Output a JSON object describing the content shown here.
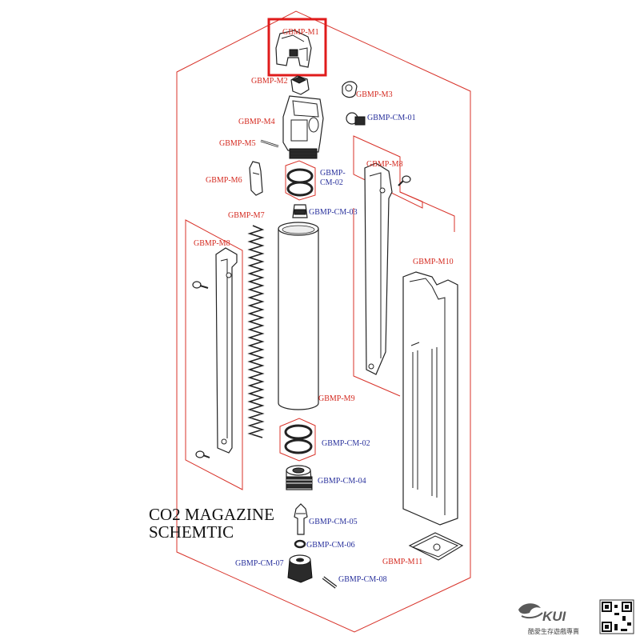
{
  "title": {
    "line1": "CO2 MAGAZINE",
    "line2": "SCHEMTIC"
  },
  "labels": {
    "m1": "GBMP-M1",
    "m2": "GBMP-M2",
    "m3": "GBMP-M3",
    "cm01": "GBMP-CM-01",
    "m4": "GBMP-M4",
    "m5": "GBMP-M5",
    "m8_right": "GBMP-M8",
    "cm02_upper_line1": "GBMP-",
    "cm02_upper_line2": "CM-02",
    "m6": "GBMP-M6",
    "cm03": "GBMP-CM-03",
    "m7": "GBMP-M7",
    "m8_left": "GBMP-M8",
    "m10": "GBMP-M10",
    "m9": "GBMP-M9",
    "cm02_lower": "GBMP-CM-02",
    "cm04": "GBMP-CM-04",
    "cm05": "GBMP-CM-05",
    "cm06": "GBMP-CM-06",
    "m11": "GBMP-M11",
    "cm07": "GBMP-CM-07",
    "cm08": "GBMP-CM-08"
  },
  "highlighted_part": "GBMP-M1",
  "brand": {
    "wordmark": "KUI",
    "tagline": "酷愛生存遊戲專賣"
  },
  "colors": {
    "frame_lines": "#d8332a",
    "highlight_box": "#e01b1b",
    "label_red": "#d42a20",
    "label_blue": "#28309c"
  },
  "icons": [
    "latch-icon",
    "spring-icon",
    "o-ring-icon",
    "screw-icon",
    "qr-code-icon"
  ]
}
